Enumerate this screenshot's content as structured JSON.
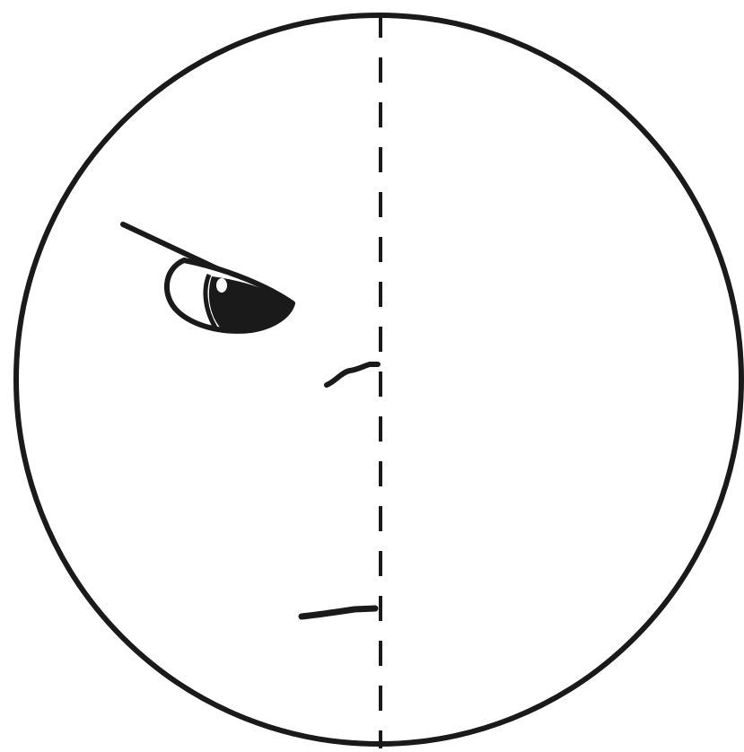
{
  "figure": {
    "subject": "half-face-drawing",
    "stroke_color": "#1a1a1a",
    "background_color": "#ffffff",
    "has_symmetry_axis": true,
    "symmetry_axis_style": "dashed",
    "parts": [
      "face-outline",
      "symmetry-axis",
      "eyebrow",
      "eye",
      "nose",
      "mouth"
    ]
  }
}
